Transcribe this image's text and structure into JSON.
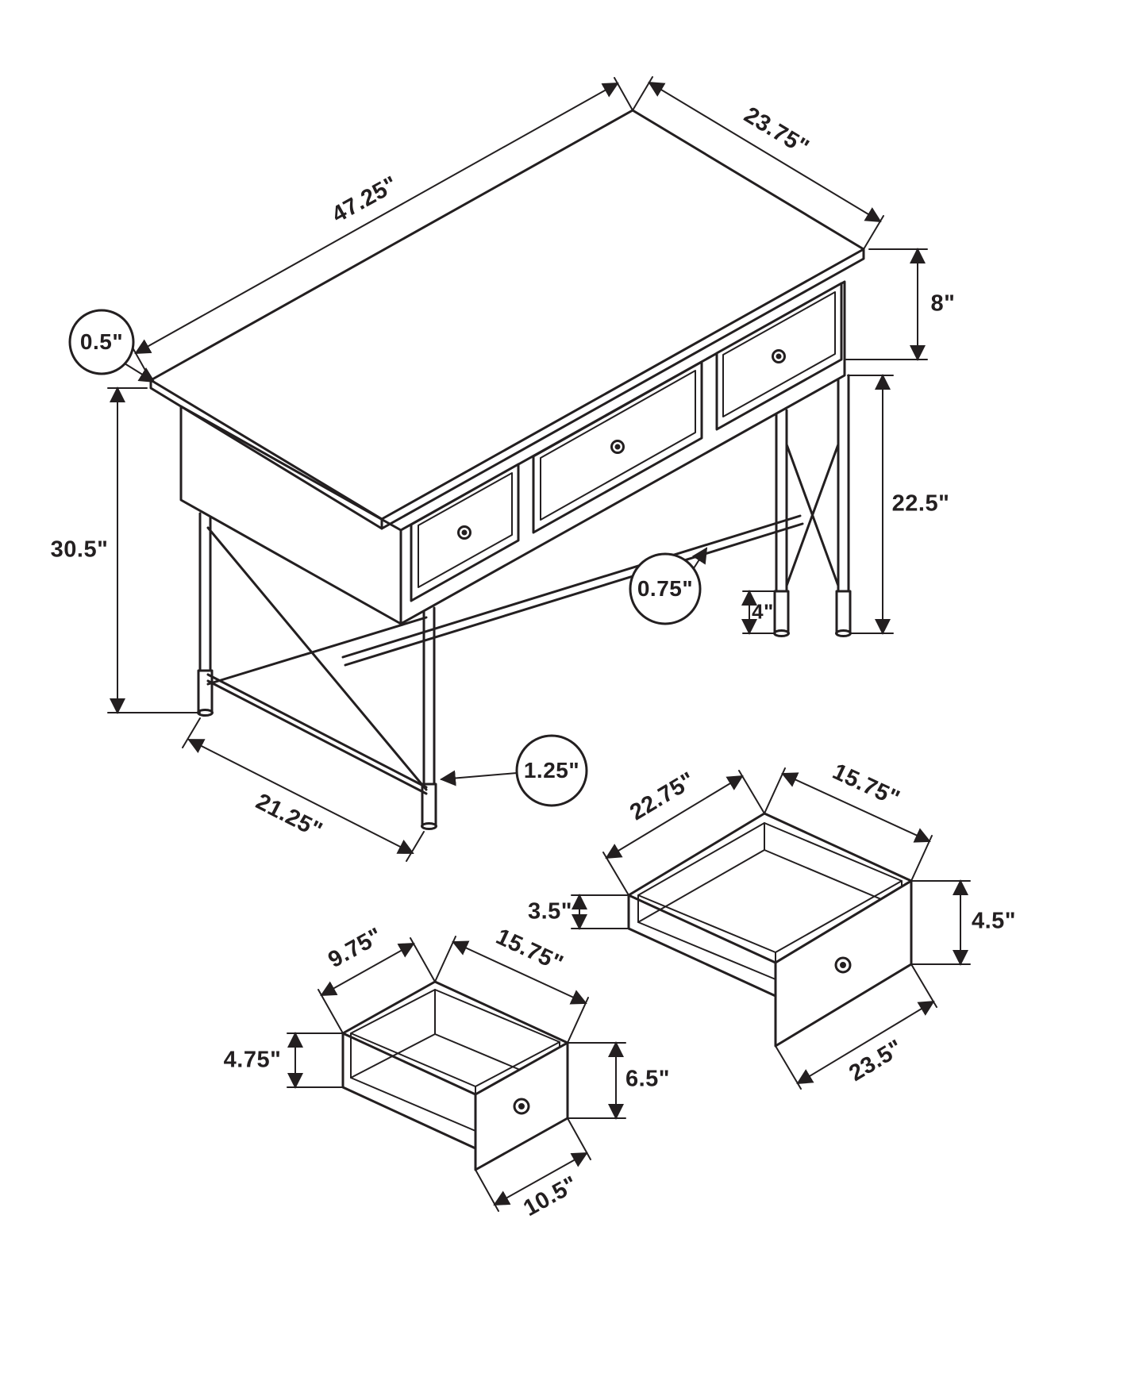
{
  "diagram": {
    "title": "desk-dimension-diagram",
    "desk": {
      "top_length": "47.25\"",
      "top_depth": "23.75\"",
      "drawer_height": "8\"",
      "top_thickness": "0.5\"",
      "overall_height": "30.5\"",
      "leg_height": "22.5\"",
      "stretcher_diameter": "0.75\"",
      "foot_height": "4\"",
      "leg_diameter": "1.25\"",
      "base_depth": "21.25\""
    },
    "side_drawer": {
      "inner_depth": "22.75\"",
      "inner_width": "15.75\"",
      "back_height": "3.5\"",
      "front_height": "4.5\"",
      "front_width": "23.5\""
    },
    "center_drawer": {
      "inner_depth": "9.75\"",
      "inner_width": "15.75\"",
      "back_height": "4.75\"",
      "front_height": "6.5\"",
      "front_width": "10.5\""
    }
  }
}
